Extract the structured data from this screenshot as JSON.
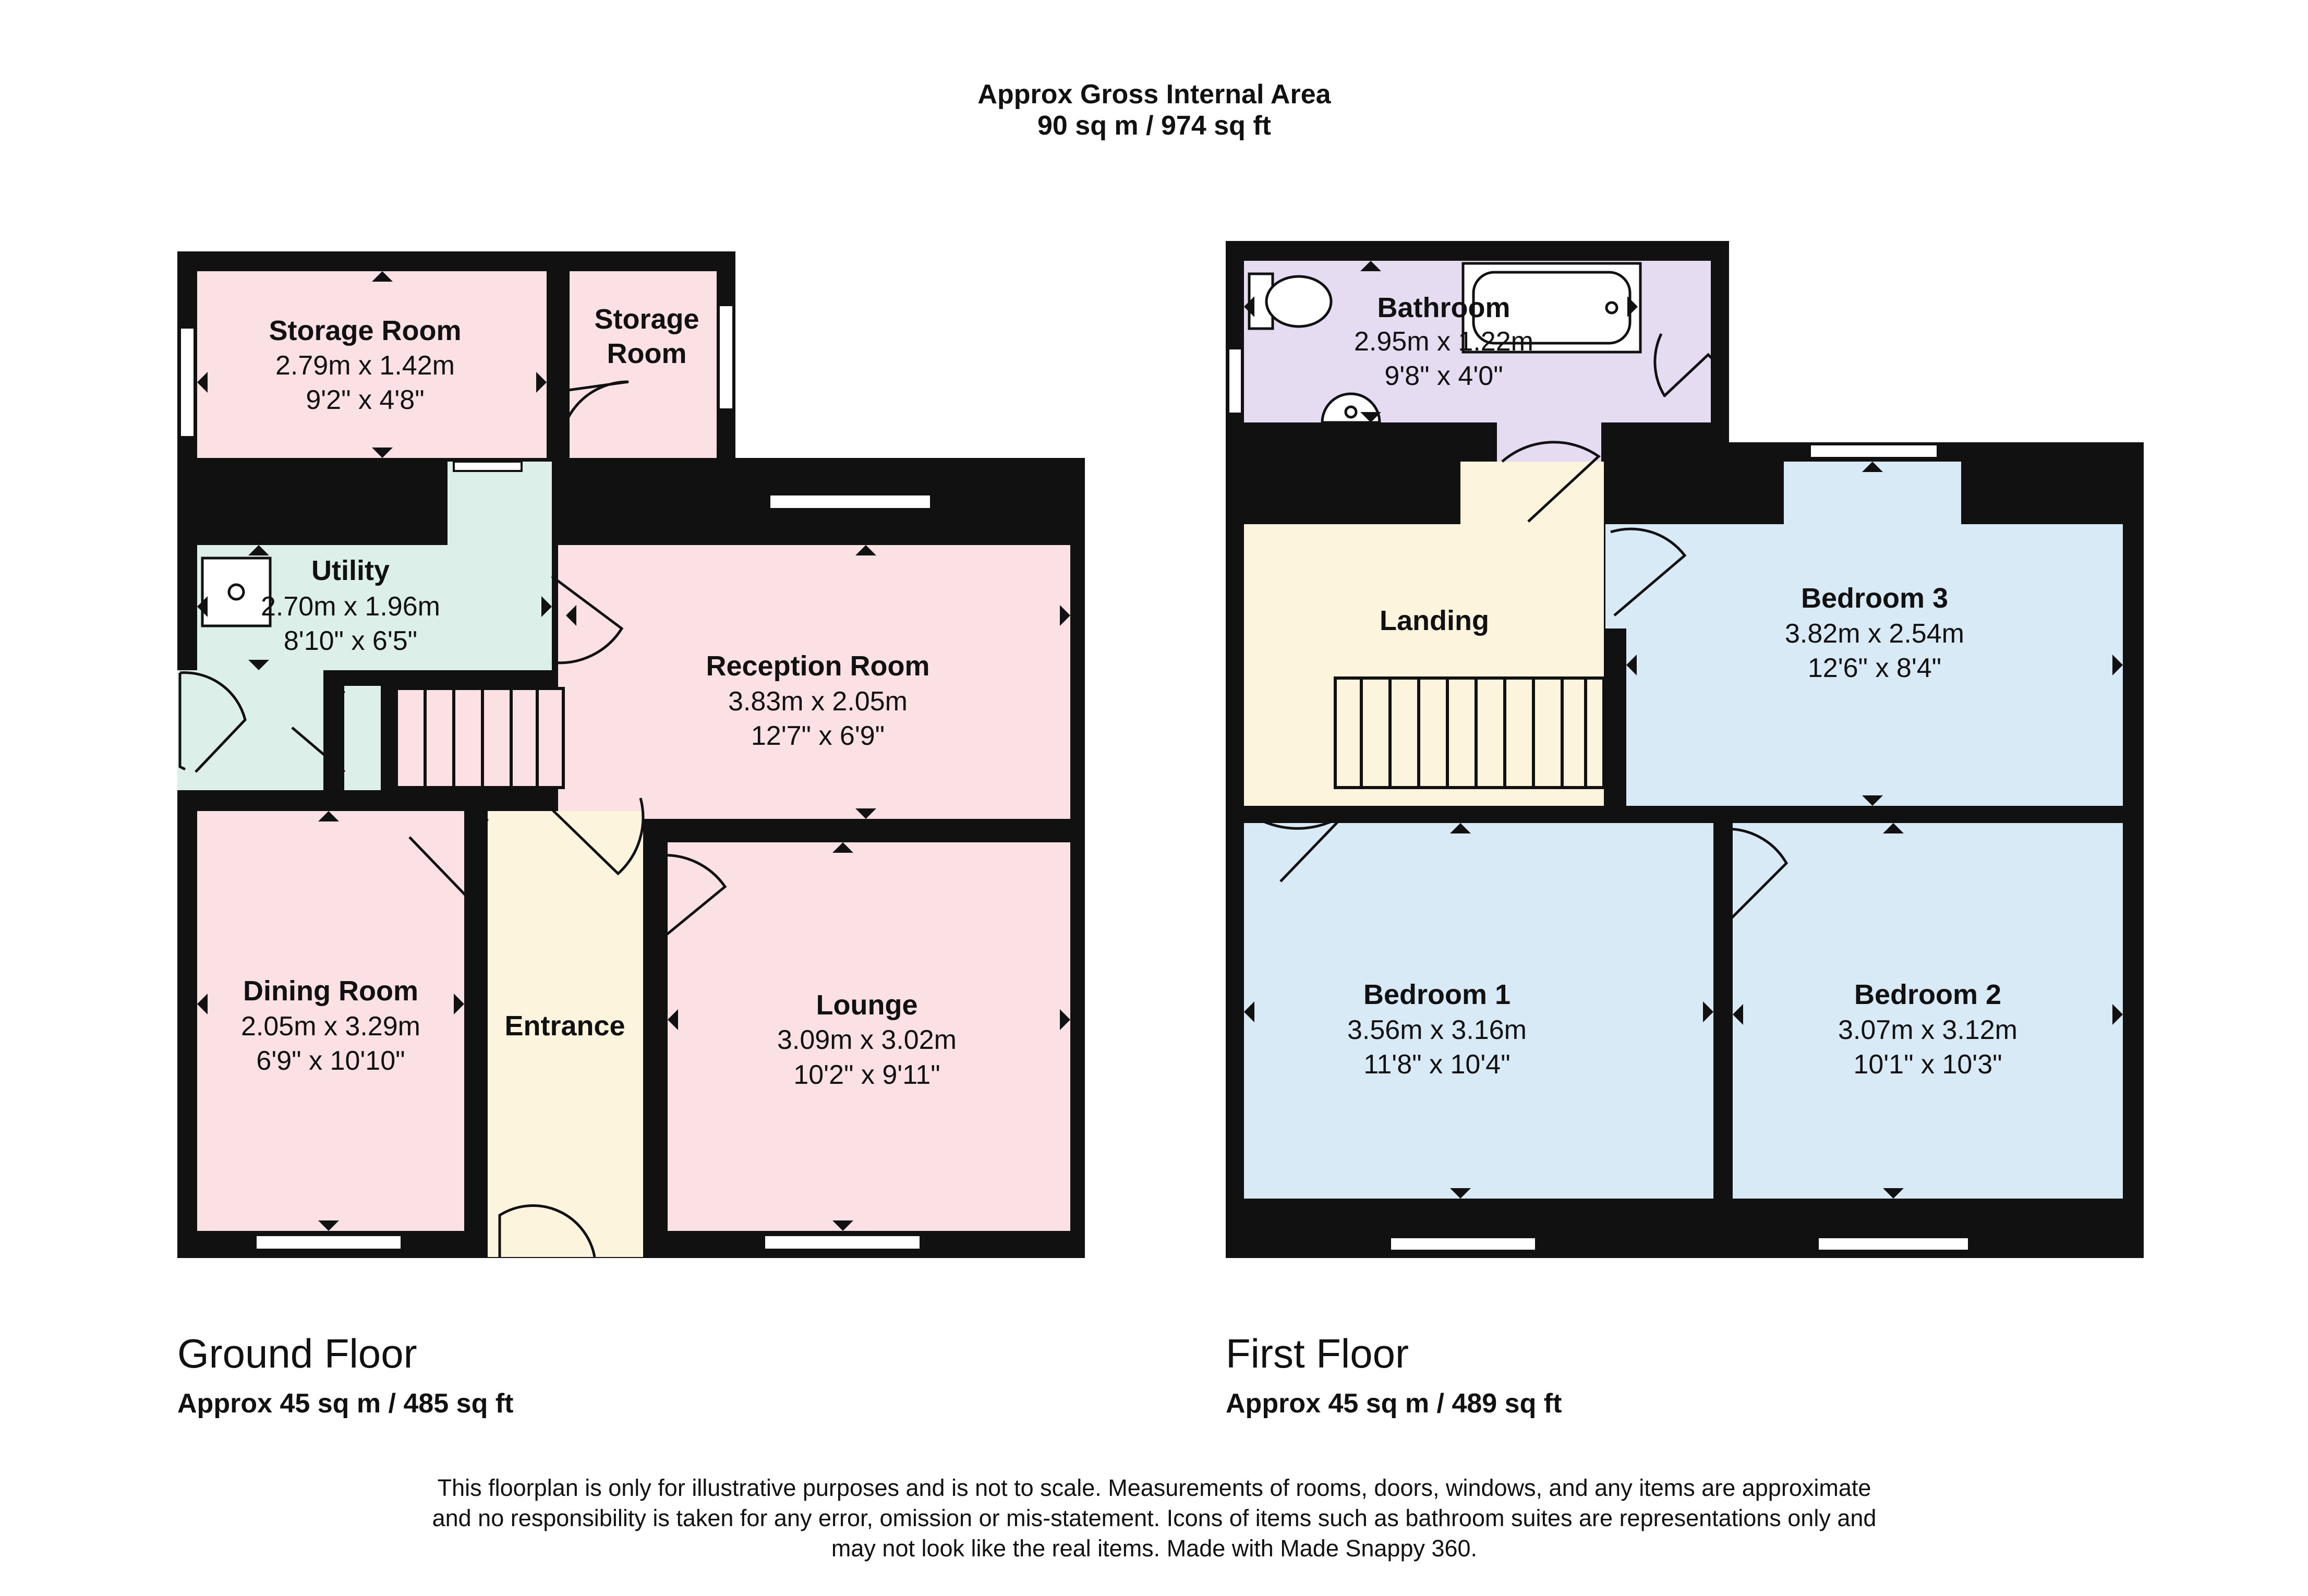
{
  "header": {
    "line1": "Approx Gross Internal Area",
    "line2": "90 sq m / 974 sq ft"
  },
  "ground_floor": {
    "title": "Ground Floor",
    "area": "Approx 45 sq m / 485 sq ft",
    "rooms": {
      "storage_room_1": {
        "name": "Storage Room",
        "dim_m": "2.79m x 1.42m",
        "dim_ft": "9'2\" x 4'8\""
      },
      "storage_room_2": {
        "name_line1": "Storage",
        "name_line2": "Room"
      },
      "utility": {
        "name": "Utility",
        "dim_m": "2.70m x 1.96m",
        "dim_ft": "8'10\" x 6'5\""
      },
      "reception": {
        "name": "Reception Room",
        "dim_m": "3.83m x 2.05m",
        "dim_ft": "12'7\" x 6'9\""
      },
      "dining": {
        "name": "Dining Room",
        "dim_m": "2.05m x 3.29m",
        "dim_ft": "6'9\" x 10'10\""
      },
      "entrance": {
        "name": "Entrance"
      },
      "lounge": {
        "name": "Lounge",
        "dim_m": "3.09m x 3.02m",
        "dim_ft": "10'2\" x 9'11\""
      }
    }
  },
  "first_floor": {
    "title": "First Floor",
    "area": "Approx 45 sq m / 489 sq ft",
    "rooms": {
      "bathroom": {
        "name": "Bathroom",
        "dim_m": "2.95m x 1.22m",
        "dim_ft": "9'8\" x 4'0\""
      },
      "landing": {
        "name": "Landing"
      },
      "bedroom3": {
        "name": "Bedroom 3",
        "dim_m": "3.82m x 2.54m",
        "dim_ft": "12'6\" x 8'4\""
      },
      "bedroom1": {
        "name": "Bedroom 1",
        "dim_m": "3.56m x 3.16m",
        "dim_ft": "11'8\" x 10'4\""
      },
      "bedroom2": {
        "name": "Bedroom 2",
        "dim_m": "3.07m x 3.12m",
        "dim_ft": "10'1\" x 10'3\""
      }
    }
  },
  "disclaimer": {
    "line1": "This floorplan is only for illustrative purposes and is not to scale. Measurements of rooms, doors, windows, and any items are approximate",
    "line2": "and no responsibility is taken for any error, omission or mis-statement. Icons of items such as bathroom suites are representations only and",
    "line3": "may not look like the real items. Made with Made Snappy 360."
  },
  "colors": {
    "wall": "#111111",
    "pink": "#fbe0e4",
    "mint": "#dcefe8",
    "cream": "#fcf4dc",
    "lavender": "#e6dcf2",
    "blue": "#d9eaf7"
  }
}
